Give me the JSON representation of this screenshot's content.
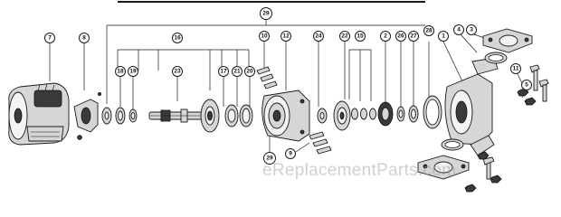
{
  "callouts": {
    "c29_top": "29",
    "c7": "7",
    "c8": "8",
    "c16": "16",
    "c10": "10",
    "c12": "12",
    "c24": "24",
    "c22": "22",
    "c15": "15",
    "c2": "2",
    "c26": "26",
    "c27": "27",
    "c28": "28",
    "c1": "1",
    "c4": "4",
    "c3": "3",
    "c18": "18",
    "c19": "19",
    "c23": "23",
    "c17": "17",
    "c21": "21",
    "c20": "20",
    "c5": "5",
    "c11": "11",
    "c9": "9",
    "c29_bottom": "29"
  },
  "watermark": "eReplacementParts.com"
}
